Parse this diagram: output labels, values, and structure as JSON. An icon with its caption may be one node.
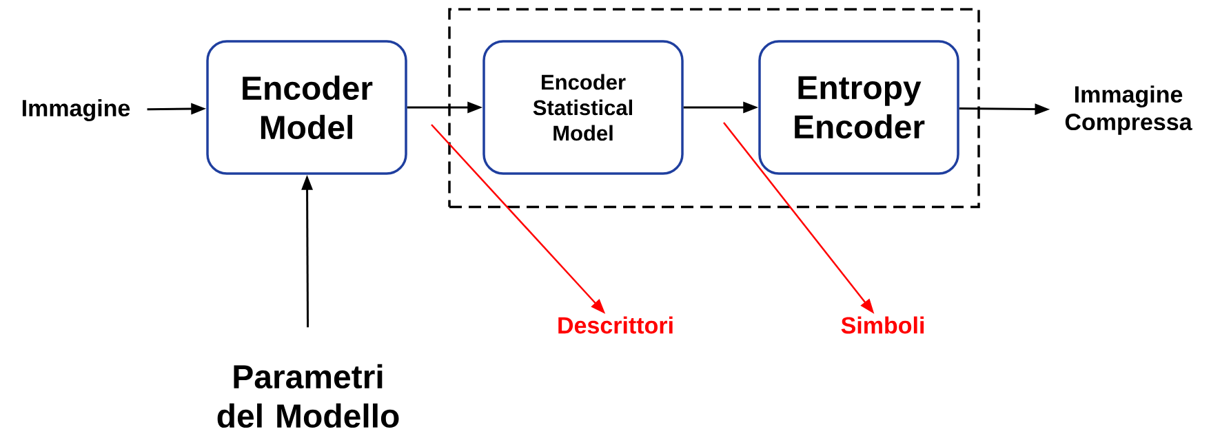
{
  "diagram": {
    "nodes": [
      {
        "text": [
          "Immagine"
        ]
      },
      {
        "text": [
          "Encoder Model"
        ]
      },
      {
        "text": [],
        "shape": "box"
      },
      {
        "text": [
          "Encoder Statistical Model"
        ],
        "in": 2
      },
      {
        "text": [
          "Entropy Encoder"
        ],
        "in": 2
      },
      {
        "text": [
          "Immagine Compressa"
        ]
      },
      {
        "text": [
          "Parametri del Modello"
        ]
      },
      {
        "text": [
          "Descrittori"
        ]
      },
      {
        "text": [
          "Simboli"
        ]
      }
    ],
    "edges": [
      {
        "from": 0,
        "to": 1,
        "arrow": "to"
      },
      {
        "from": 1,
        "to": 3,
        "arrow": "to"
      },
      {
        "from": 3,
        "to": 4,
        "arrow": "to"
      },
      {
        "from": 4,
        "to": 5,
        "arrow": "to"
      },
      {
        "from": 6,
        "to": 1,
        "arrow": "to"
      },
      {
        "from": null,
        "to": 7,
        "arrow": "to",
        "color": "#ff0000"
      },
      {
        "from": null,
        "to": 8,
        "arrow": "to",
        "color": "#ff0000"
      }
    ]
  }
}
